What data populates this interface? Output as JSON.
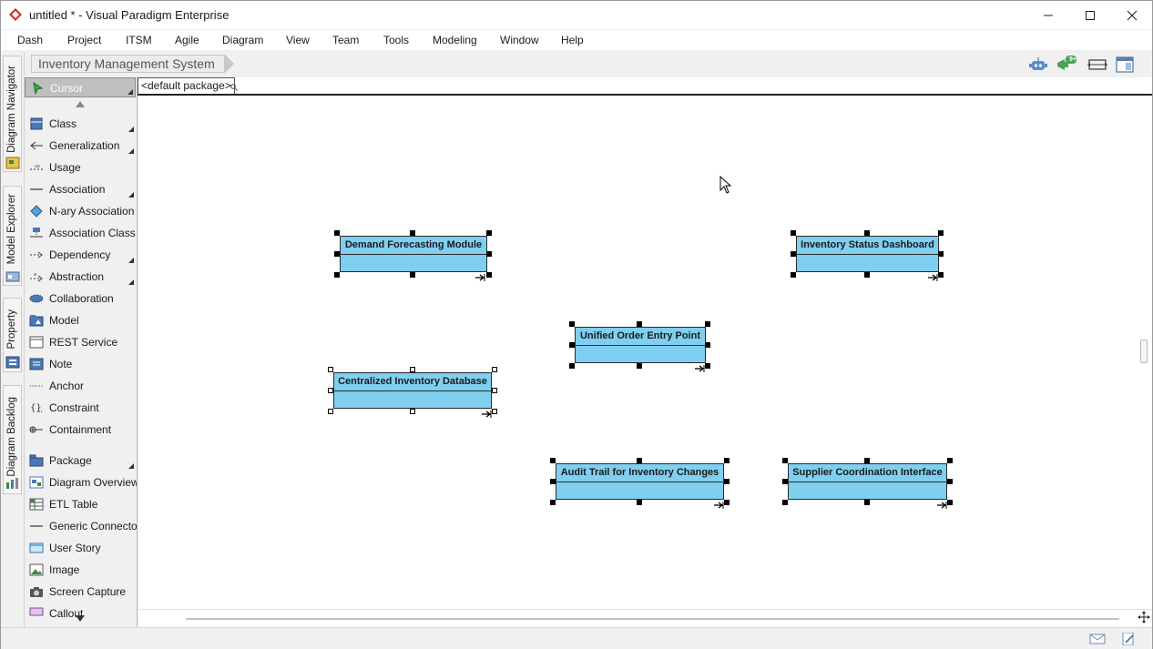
{
  "window": {
    "title": "untitled * - Visual Paradigm Enterprise",
    "app_icon": "visual-paradigm-logo-icon",
    "controls": [
      "minimize-icon",
      "maximize-icon",
      "close-icon"
    ]
  },
  "menu": [
    "Dash",
    "Project",
    "ITSM",
    "Agile",
    "Diagram",
    "View",
    "Team",
    "Tools",
    "Modeling",
    "Window",
    "Help"
  ],
  "breadcrumb": "Inventory Management System",
  "toolbar_icons": [
    "ai-assistant-icon",
    "notifications-icon",
    "fit-diagram-icon",
    "layout-panel-icon"
  ],
  "notification_badge": "9+",
  "side_tabs": [
    "Diagram Navigator",
    "Model Explorer",
    "Property",
    "Diagram Backlog"
  ],
  "palette": [
    {
      "label": "Cursor",
      "icon": "cursor-icon",
      "selected": true,
      "more": true
    },
    {
      "label": "Class",
      "icon": "class-icon",
      "more": true
    },
    {
      "label": "Generalization",
      "icon": "generalization-icon",
      "more": true
    },
    {
      "label": "Usage",
      "icon": "usage-icon",
      "more": false
    },
    {
      "label": "Association",
      "icon": "association-icon",
      "more": true
    },
    {
      "label": "N-ary Association",
      "icon": "n-ary-association-icon",
      "more": false
    },
    {
      "label": "Association Class",
      "icon": "association-class-icon",
      "more": false
    },
    {
      "label": "Dependency",
      "icon": "dependency-icon",
      "more": true
    },
    {
      "label": "Abstraction",
      "icon": "abstraction-icon",
      "more": true
    },
    {
      "label": "Collaboration",
      "icon": "collaboration-icon",
      "more": false
    },
    {
      "label": "Model",
      "icon": "model-icon",
      "more": false
    },
    {
      "label": "REST Service",
      "icon": "rest-service-icon",
      "more": false
    },
    {
      "label": "Note",
      "icon": "note-icon",
      "more": false
    },
    {
      "label": "Anchor",
      "icon": "anchor-icon",
      "more": false
    },
    {
      "label": "Constraint",
      "icon": "constraint-icon",
      "more": false
    },
    {
      "label": "Containment",
      "icon": "containment-icon",
      "more": false
    },
    {
      "label": "Package",
      "icon": "package-icon",
      "more": true
    },
    {
      "label": "Diagram Overview",
      "icon": "diagram-overview-icon",
      "more": false
    },
    {
      "label": "ETL Table",
      "icon": "etl-table-icon",
      "more": false
    },
    {
      "label": "Generic Connector",
      "icon": "generic-connector-icon",
      "more": false
    },
    {
      "label": "User Story",
      "icon": "user-story-icon",
      "more": false
    },
    {
      "label": "Image",
      "icon": "image-icon",
      "more": false
    },
    {
      "label": "Screen Capture",
      "icon": "screen-capture-icon",
      "more": false
    },
    {
      "label": "Callout",
      "icon": "callout-icon",
      "more": false
    }
  ],
  "package_tab": "<default package>",
  "components": [
    {
      "name": "Demand Forecasting Module"
    },
    {
      "name": "Inventory Status Dashboard"
    },
    {
      "name": "Unified Order Entry Point"
    },
    {
      "name": "Centralized Inventory Database"
    },
    {
      "name": "Audit Trail for Inventory Changes"
    },
    {
      "name": "Supplier Coordination Interface"
    }
  ],
  "colors": {
    "component_fill": "#7fcff0",
    "selection_handle": "#000000"
  },
  "status_icons": [
    "mail-icon",
    "edit-document-icon"
  ]
}
